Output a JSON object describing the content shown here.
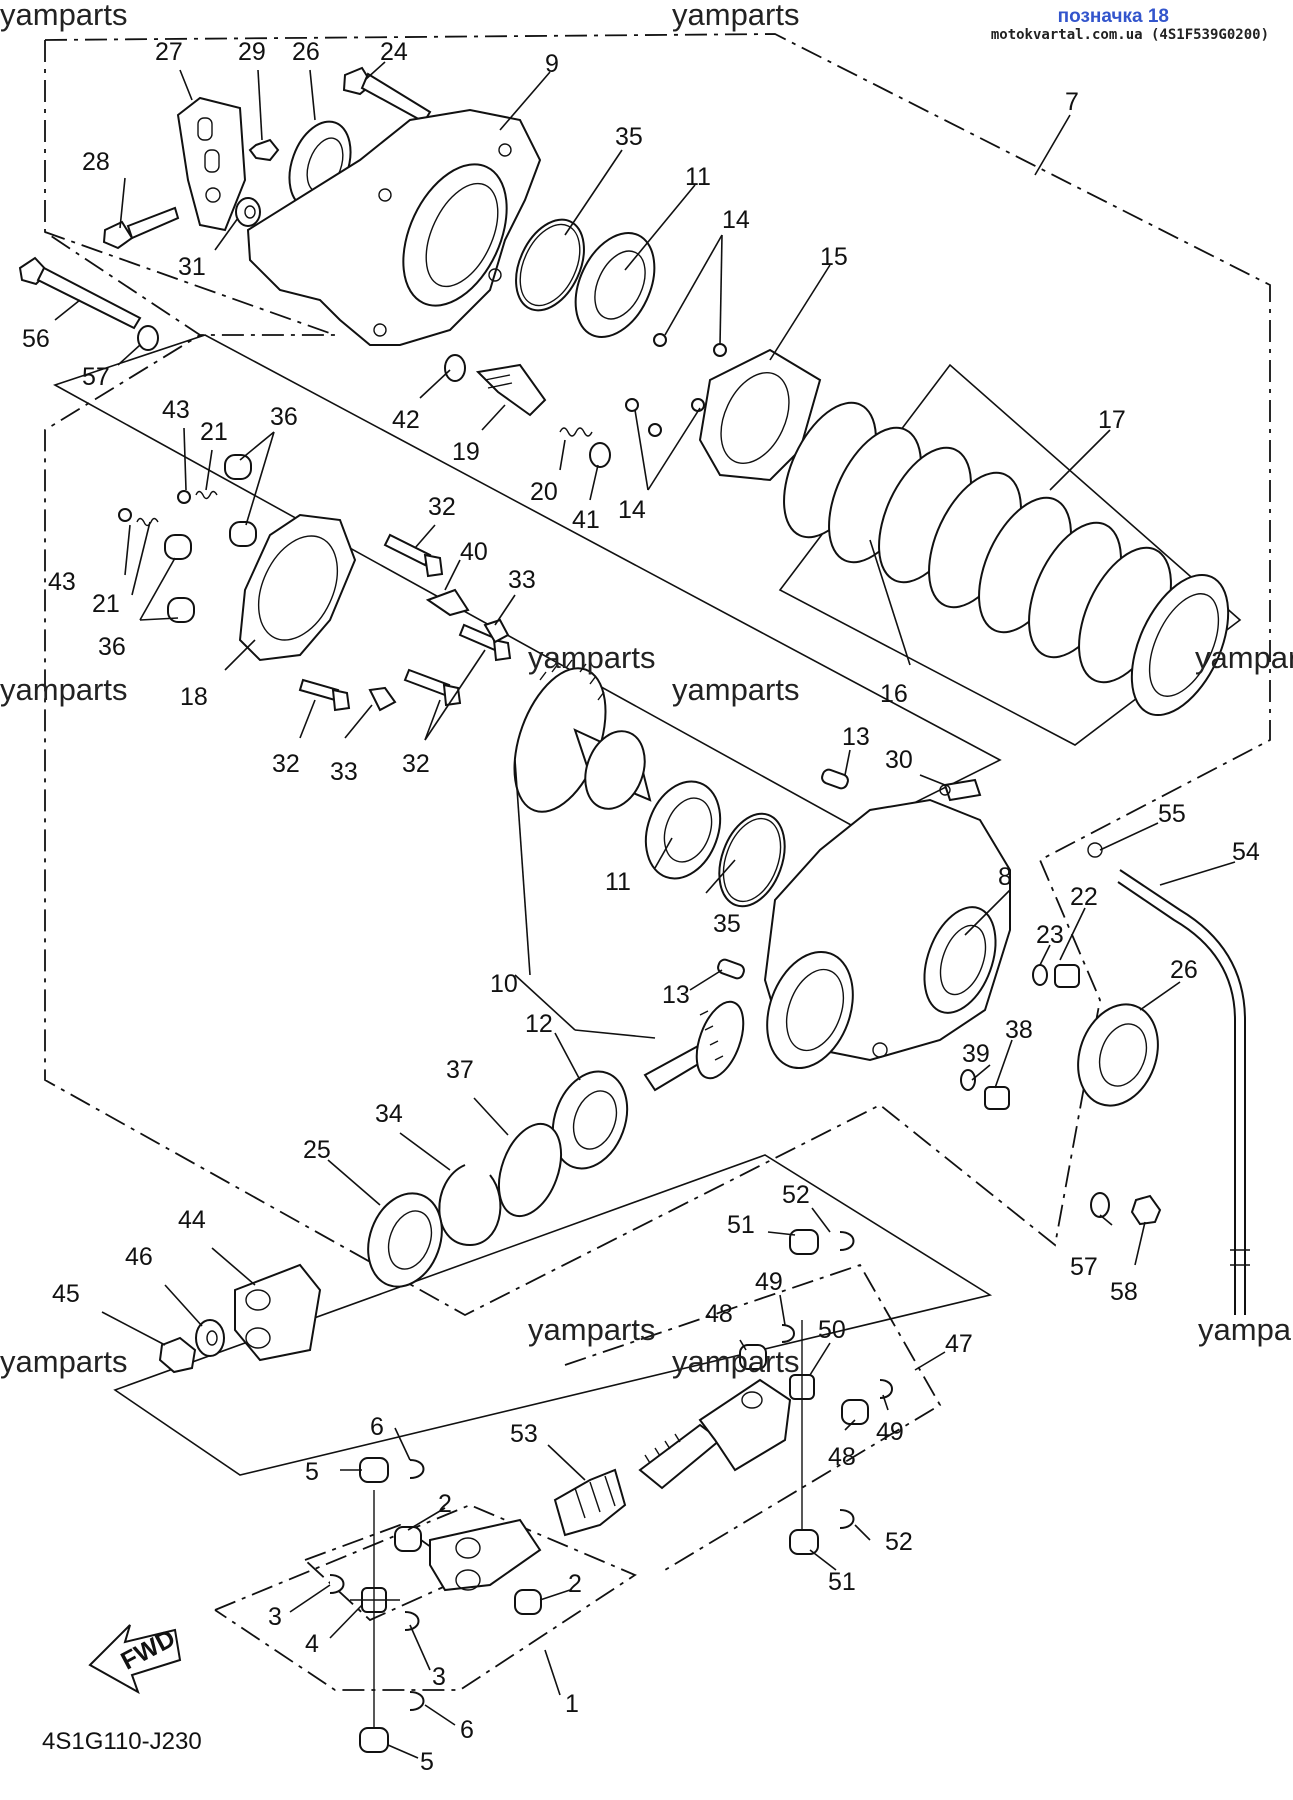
{
  "header": {
    "label": "позначка 18",
    "source": "motokvartal.com.ua (4S1F539G0200)"
  },
  "watermark": "yamparts",
  "diagram_code": "4S1G110-J230",
  "fwd_arrow": {
    "label": "FWD",
    "icon": "fwd-arrow-icon"
  },
  "callouts": [
    "27",
    "29",
    "26",
    "24",
    "9",
    "28",
    "31",
    "56",
    "57",
    "35",
    "11",
    "14",
    "7",
    "15",
    "42",
    "19",
    "20",
    "41",
    "14",
    "17",
    "43",
    "21",
    "36",
    "43",
    "21",
    "36",
    "18",
    "32",
    "40",
    "33",
    "32",
    "33",
    "32",
    "16",
    "13",
    "30",
    "55",
    "54",
    "11",
    "35",
    "8",
    "22",
    "23",
    "26",
    "10",
    "13",
    "12",
    "38",
    "39",
    "37",
    "34",
    "25",
    "44",
    "46",
    "45",
    "52",
    "51",
    "49",
    "48",
    "50",
    "47",
    "49",
    "48",
    "57",
    "58",
    "6",
    "5",
    "53",
    "2",
    "3",
    "2",
    "4",
    "3",
    "1",
    "52",
    "51",
    "6",
    "5"
  ]
}
